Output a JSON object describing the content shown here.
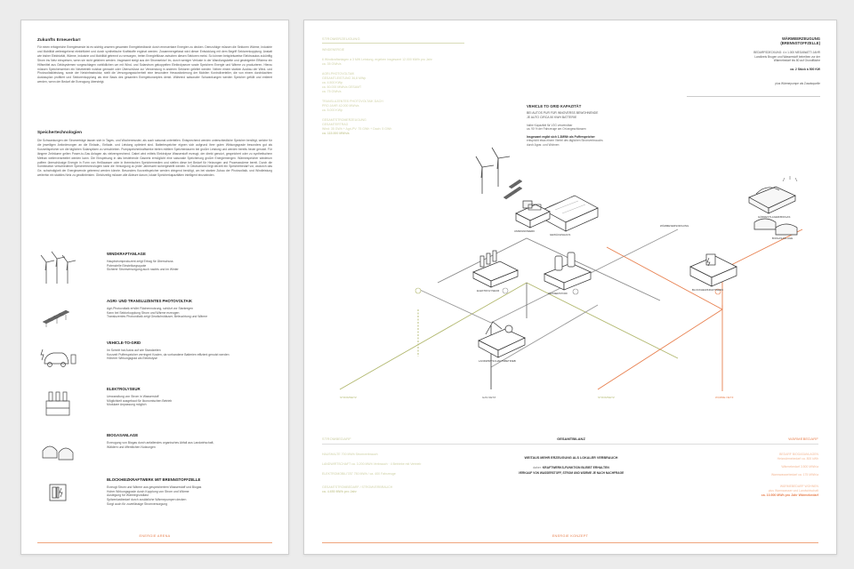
{
  "left": {
    "intro_heading": "Zukunfts Erneuerbar!",
    "intro_text": "Für einen erfolgreiche Energiewende ist es wichtig unseren gesamten Energiebedbarch durch erneuerbare Energien zu decken. Demzufolge müssen die Sektoren Wärme, Industrie und Mobilität weitestgehend elektrifiziert und durch synthetische Kraftstoffe ergänzt werden. Zusammengefasst wird dieser Entwicklung mit dem Begriff Sektorenkopplung. Anstatt wie bisher Elektrizität, Wärme, Industrie und Mobilität getrennt zu versorgen, treten Energieflüsse zwischen diesen Sektoren meist. So können beispielsweise Elektroautos zukünftig Strom ins Netz einspeisen, wenn sie nicht gefahren werden. Insgesamt steigt aus der Stromsektor! Im, durch weniger Verluste in der Wandlungskette und gesteigerter Effizienz ein Hilfsmittel aus Geldsystemen vorgeschlagen vorbildlichen um mit Wind- und Solarstrom gekoppelten Elektrolyseure sowie Speichern Energie und Wärme zu produzieren. Hierzu müssen Speicherwerken ein Netzbetrieb nutzbar gemacht oder Überschüsse zur Verwendung in anderen Sektoren geleitet werden. Neben einem starken Ausbau der Wind- und Photovoltaikleistung, sowie der Netzinfrastruktur, stellt die Versorgungssicherheit eine besondere Herausforderung der Mobilen Kontrollverteiler, die von einem durchdachten Ausbauplan profitiert und Sektorenkopplung als eine Basis des gesamten Energiekonzeptes denkt. Während saisonaler Schwankungen werden Speicher gefüllt und entleert werden, wenn der Bedarf die Erzeugung übersteigt.",
    "storage_heading": "Speichertechnologien",
    "storage_text": "Die Schwankungen der Stromerträge lassen sich in Tages- und Wochenmuster, als auch saisonal unterteilen. Entsprechend werden unterschiedliche Speicher benötigt, welche für die jeweiligen Anforderungen an die Einlade-, Entlade- und Leistung optimiert sind. Batteriespeicher eignen sich aufgrund ihrer guten Wirkungsgrade besonders gut als Kurzzeitspeicher um die täglichen Solarspitzen zu verschieben. Pumpspeicherkraftwerke bieten mittlere Speicherdauern bei großer Leistung und werden bereits heute genutzt. Für längere Zeiträume gelten Power-to-Gas Anlagen als vielversprechend. Dabei wird mittels Elektrolyse Wasserstoff erzeugt, der direkt genutzt, gespeichert oder zu synthetischem Methan weiterverarbeitet werden kann. Die Einspeisung in das bestehende Gasnetz ermöglicht eine saisonale Speicherung großer Energiemengen. Wärmespeicher wiederum puffern überschüssige Energie in Form von Heißwasser oder in thermischen Speichermedien und stellen diese bei Bedarf für Heizungen und Prozesswärme bereit. Durch die Kombination verschiedener Speichertechnologien kann die Versorgung zu jeder Jahreszeit sichergestellt werden. In Deutschland liegt derzeit ein Speicherbedarf vor, wodurch das Ge- schwindigkeit der Energiewende gebremst werden könnte. Besonders Kurzzeitspeicher werden dringend benötigt, um bei starken Zubau der Photovoltaik- und Windleistung weiterhin ein stabiles Netz zu gewährleisten. Gleichzeitig müssen alle Akteure darum, lokale Speicherkapazitäten intelligent einzubinden.",
    "components": [
      {
        "title": "WINDKRAFTANLAGE",
        "lines": [
          "Hauptstromproduzent zeigt Ertrag für Überschuss",
          "Potenzielle Einstellungsquote",
          "Sicherer Stromversorgung auch nachts und im Winter"
        ]
      },
      {
        "title": "AGRI- UND TRANSLUZENTES PHOTOVOLTAIK",
        "lines": [
          "Agri-Photovoltaik erhöht Flächennutzung, schützt vor Starkregen",
          "Kann bei Sektorkopplung Strom und Wärme erzeugen",
          "Transluzentes Photovoltaik zeigt Gewächshäuser, Beleuchtung und Wärme"
        ]
      },
      {
        "title": "VEHICLE-TO-GRID",
        "lines": [
          "Im Schnitt hat Autos auf wie Standzeiten",
          "Kurzzeit Pufferspeicher verringert Kosten, da vorhandene Batterien effizient genutzt werden",
          "Höherer Wirkungsgrad als Elektrolyse"
        ]
      },
      {
        "title": "ELEKTROLYSEUR",
        "lines": [
          "Umwandlung von Strom in Wasserstoff",
          "Möglichkeit ausgebaut für ökonomischen Betrieb",
          "Modulare Anpassung möglich"
        ]
      },
      {
        "title": "BIOGASANLAGE",
        "lines": [
          "Erzeugung von Biogas durch anfallendes organisches Abfall aus Landwirtschaft,",
          "Wäldern und öffentlichen Nutzungen"
        ]
      },
      {
        "title": "BLOCKHEIZKRAFTWERK MIT BRENNSTOFFZELLE",
        "lines": [
          "Erzeugt Strom und Wärme aus gespeichertem Wasserstoff und Biogas",
          "Hoher Wirkungsgrade durch Kopplung von Strom und Wärme",
          "Auslegung für Wärmegrundlast",
          "Spitzenlastbedarf durch zusätzliche Wärmepumpen decken",
          "Sorgt auch für zuverlässige Stromversorgung"
        ]
      }
    ],
    "footer": "ENERGIE ARENA"
  },
  "right": {
    "gen_heading": "STROMERZEUGUNG",
    "gen_lines": [
      "WINDENERGIE",
      "6 Windkraftanlagen à 3 MW Leistung, ergeben insgesamt 12.000 MWh pro Jahr",
      "ca. 35 GWh/a",
      "AGRI-PHOTOVOLTAIK",
      "GESAMTLEISTUNG 36,8 MWp",
      "ca. 4.500 KWp",
      "ca. 60.000 MWh/a GESAMT",
      "ca. 75 GWh/a",
      "TRANSLUZENTES PHOTOVOLTAIK DACH",
      "PRO JAHR 42.000 MWh/a",
      "ca. 5.000 KWp",
      "GESAMTSTROMERZEUGUNG",
      "GESAMTERTRAG",
      "Wind: 35 GWh + Agri-PV: 75 GWh + Dach: 5 GWh",
      "ca. 115.000 MWh/a"
    ],
    "v2g_title": "VEHICLE TO GRID KAPAZITÄT",
    "v2g_sub": [
      "BEI AUTOS PUR FÜR INNOVERSS BEWOHNENDE",
      "JE AUTO CIRCA 50 KWH BATTERIE"
    ],
    "v2g_lines": [
      "halbe Kapazität für V2G verwendbar",
      "ca. 90 % der Fahrzeuge am Ort angeschlossen"
    ],
    "v2g_sum": "Insgesamt ergibt sich 1.3MWh als Pufferspeicher",
    "v2g_note": [
      "entspricht etwa einem Viertel des täglichen Stromverbrauchs",
      "durch Agrar- und Wohnen"
    ],
    "heat_title": "WÄRMEERZEUGUNG",
    "heat_sub": "(BRENNSTOFFZELLE)",
    "heat_lines": [
      "BEDARFSDECKUNG: 4 x 1.000 MEGAWATT/ JAHR",
      "Landkreis Brugen und Wasserstoff betreiben zur der",
      "Wärmebedarf bis 80 auf Grundfläche"
    ],
    "heat_sum": "ca. 2 Stück à 500 KW",
    "heat_note": "plus Wärmepumpe als Zusatzquelle",
    "diagram_labels": {
      "greenhouse": "GEWÄCHSHAUS",
      "substation": "UMSPANNWERK",
      "electrolyzer": "ELEKTROLYSEUR",
      "hydrogen": "WASSERSTOFF",
      "chp": "BLOCKHEIZKRAFTWERK",
      "farm": "LANDWIRTSCHAFTSBETRIEB",
      "fermentation": "GÄRRESTLAGER/BIOGAS",
      "biogas": "BIOGASANLAGE",
      "heatnet": "WÄRMEVERSORGUNG",
      "out_power": "STROMNETZ",
      "out_gas": "GAS NETZ",
      "out_heat": "WÄRME NETZ"
    },
    "bottom": {
      "left_heading": "STROMBEDARF",
      "center_heading": "GESAMTBILANZ",
      "right_heading": "WÄRMEBEDARF",
      "left_lines": [
        "HAUSHALTE          700 MWh Stromverbrauch",
        "LANDWIRTSCHAFT     ca. 3.200 MWh Verbrauch · 4 Betriebe mit Vertrieb",
        "ELEKTROMOBILITÄT   750 MWh / ca. 400 Fahrzeuge",
        "GESAMTSTROMBEDARF / STROMVERBRAUCH",
        "ca. 4.650 MWh pro Jahr"
      ],
      "center_title": "WEITAUS MEHR ERZEUGUNG ALS LOKALER VERBRAUCH",
      "center_sub_prefix": "daher:",
      "center_sub": "KRAFTWERKS-FUNKTION BLEIBT ERHALTEN",
      "center_sub2": "VERKAUF VON WASSERSTOFF, STROM UND WÄRME JE NACH NACHFRAGE",
      "right_lines": [
        "BEDARF BIOGASANLAGEN",
        "Heizwärmebedarf ca. 800 kWh",
        "Wärmebedarf 3.500 MWh/a",
        "Warmwasserbedarf ca. 175 MWh/a",
        "WÄRMEBEDARF WOHNEN",
        "plus Warmwasser und Landwirtschaft",
        "ca. 10.500 MWh pro Jahr Wärmebedarf"
      ],
      "footer": "ENERGIE KONZEPT"
    }
  }
}
